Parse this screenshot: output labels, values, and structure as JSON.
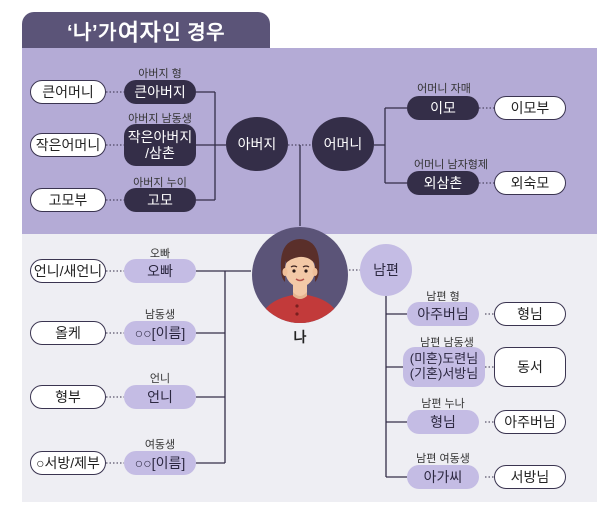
{
  "title": {
    "pre": "‘나’가 ",
    "emph": "여자",
    "post": "인 경우"
  },
  "center": {
    "label": "나"
  },
  "father": {
    "label": "아버지"
  },
  "mother": {
    "label": "어머니"
  },
  "husband": {
    "label": "남편"
  },
  "father_side": [
    {
      "relation": "아버지 형",
      "term": "큰아버지",
      "spouse": "큰어머니"
    },
    {
      "relation": "아버지 남동생",
      "term": "작은아버지\n/삼촌",
      "spouse": "작은어머니"
    },
    {
      "relation": "아버지 누이",
      "term": "고모",
      "spouse": "고모부"
    }
  ],
  "mother_side": [
    {
      "relation": "어머니 자매",
      "term": "이모",
      "spouse": "이모부"
    },
    {
      "relation": "어머니 남자형제",
      "term": "외삼촌",
      "spouse": "외숙모"
    }
  ],
  "siblings": [
    {
      "relation": "오빠",
      "term": "오빠",
      "spouse": "언니/새언니"
    },
    {
      "relation": "남동생",
      "term": "○○[이름]",
      "spouse": "올케"
    },
    {
      "relation": "언니",
      "term": "언니",
      "spouse": "형부"
    },
    {
      "relation": "여동생",
      "term": "○○[이름]",
      "spouse": "○서방/제부"
    }
  ],
  "husband_side": [
    {
      "relation": "남편 형",
      "term": "아주버님",
      "spouse": "형님"
    },
    {
      "relation": "남편 남동생",
      "term": "(미혼)도련님\n(기혼)서방님",
      "spouse": "동서"
    },
    {
      "relation": "남편 누나",
      "term": "형님",
      "spouse": "아주버님"
    },
    {
      "relation": "남편 여동생",
      "term": "아가씨",
      "spouse": "서방님"
    }
  ],
  "colors": {
    "dark": "#342e48",
    "lavender": "#b4abd6",
    "light_gray": "#eeeef3",
    "title_bg": "#5b5478"
  }
}
